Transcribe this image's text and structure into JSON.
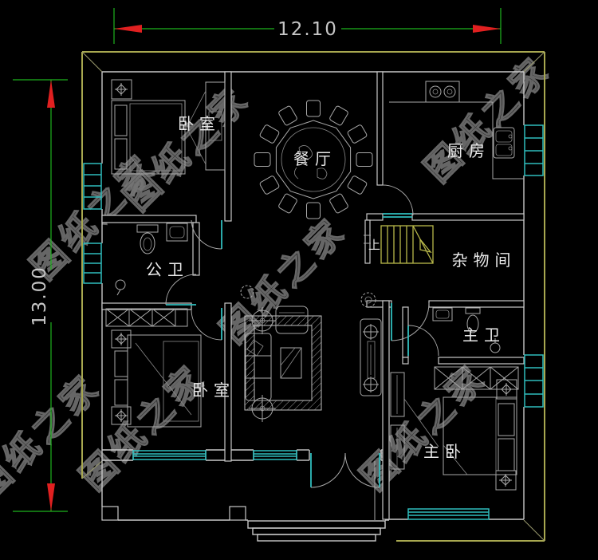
{
  "dimensions": {
    "width": "12.10",
    "height": "13.00"
  },
  "rooms": {
    "bedroom_top_left": "卧室",
    "dining": "餐厅",
    "kitchen": "厨房",
    "public_bath": "公卫",
    "storage": "杂物间",
    "bedroom_bottom_left": "卧室",
    "master_bath": "主卫",
    "master_bedroom": "主卧"
  },
  "stairs": {
    "direction_label": "上"
  },
  "watermark": {
    "text": "图纸之家"
  },
  "colors": {
    "background": "#000000",
    "exterior_wall": "#a8a850",
    "interior_wall": "#c8c8c8",
    "window_door": "#2fbdbd",
    "dimension_line": "#1eb41e",
    "dimension_arrow": "#e02020",
    "stairs": "#b8b84a",
    "label_text": "#e8e8e8",
    "watermark_gray": "#757575"
  }
}
